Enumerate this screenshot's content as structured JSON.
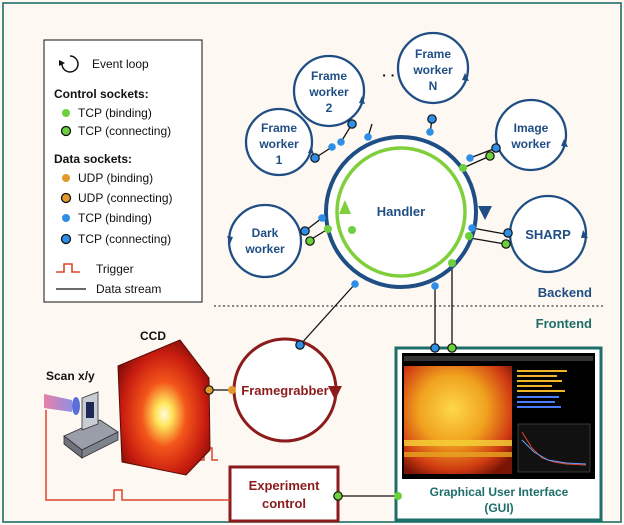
{
  "legend": {
    "event_loop": "Event loop",
    "control_title": "Control sockets:",
    "control_binding": "TCP (binding)",
    "control_connecting": "TCP (connecting)",
    "data_title": "Data sockets:",
    "udp_binding": "UDP (binding)",
    "udp_connecting": "UDP (connecting)",
    "tcp_binding": "TCP (binding)",
    "tcp_connecting": "TCP (connecting)",
    "trigger": "Trigger",
    "data_stream": "Data stream"
  },
  "nodes": {
    "handler": "Handler",
    "frame_worker_1_a": "Frame",
    "frame_worker_1_b": "worker",
    "frame_worker_1_c": "1",
    "frame_worker_2_a": "Frame",
    "frame_worker_2_b": "worker",
    "frame_worker_2_c": "2",
    "frame_worker_n_a": "Frame",
    "frame_worker_n_b": "worker",
    "frame_worker_n_c": "N",
    "ellipsis": "· · ·",
    "image_worker_a": "Image",
    "image_worker_b": "worker",
    "dark_worker_a": "Dark",
    "dark_worker_b": "worker",
    "sharp": "SHARP",
    "framegrabber": "Framegrabber",
    "experiment_control_a": "Experiment",
    "experiment_control_b": "control",
    "ccd": "CCD",
    "scan": "Scan x/y",
    "gui_a": "Graphical User Interface",
    "gui_b": "(GUI)"
  },
  "sections": {
    "backend": "Backend",
    "frontend": "Frontend"
  },
  "colors": {
    "backend_blue": "#1f4e84",
    "handler_green": "#7fcf3a",
    "framegrabber_red": "#8c1c1c",
    "gui_teal": "#1e6e6a",
    "trigger_red": "#e0462b",
    "socket_blue": "#2f8fe6",
    "socket_green": "#6ccf3d",
    "socket_orange": "#e39a2c"
  }
}
